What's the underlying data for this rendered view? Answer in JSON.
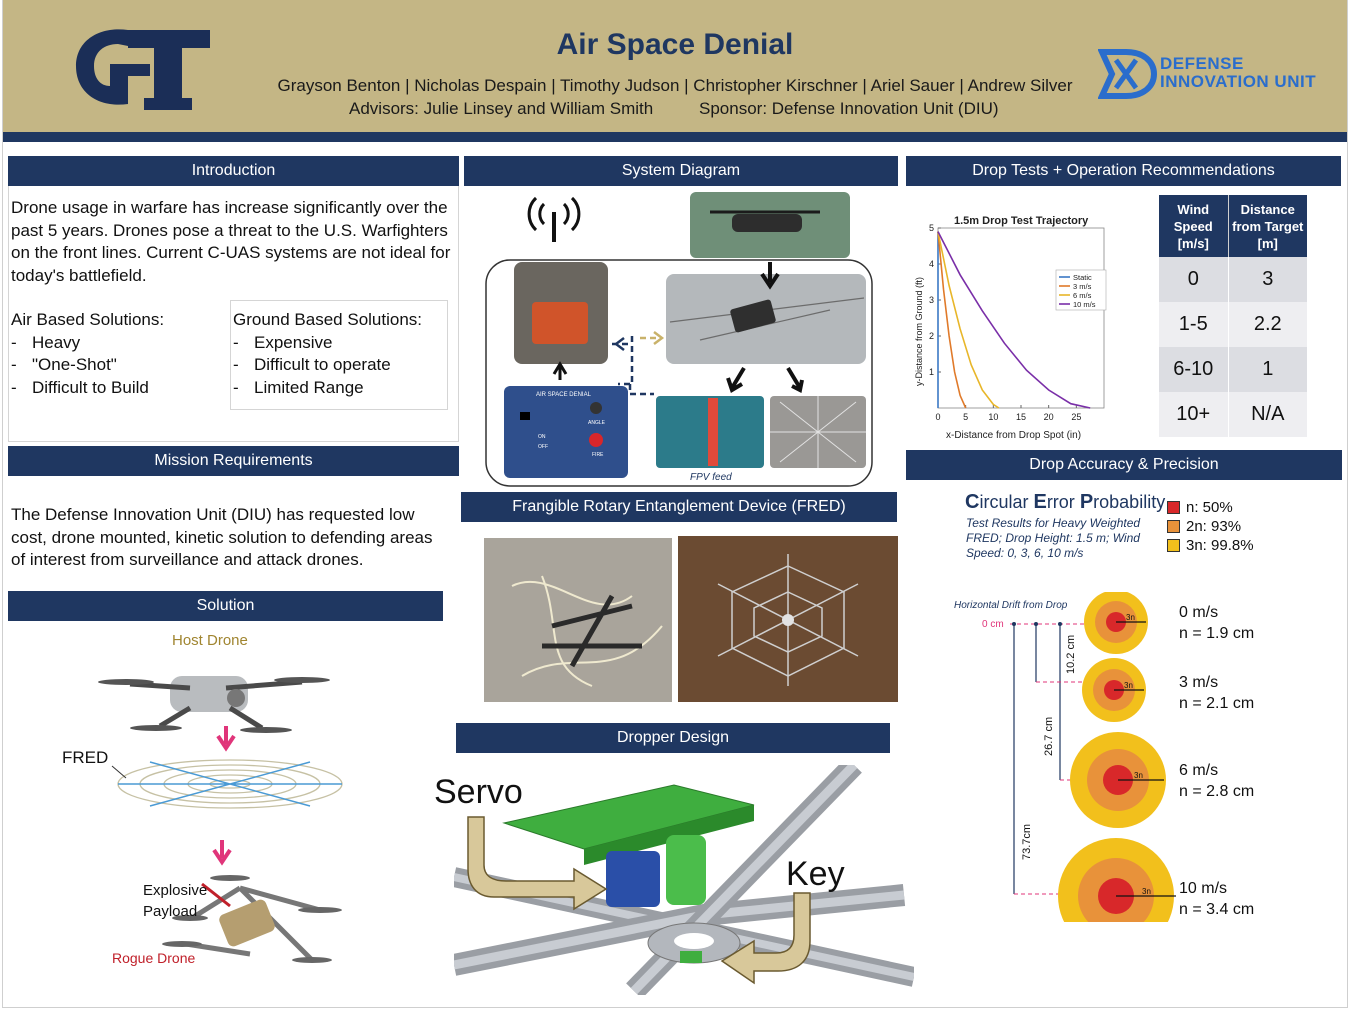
{
  "header": {
    "logo_left": "GT",
    "title": "Air Space Denial",
    "authors": "Grayson Benton | Nicholas Despain | Timothy Judson | Christopher Kirschner | Ariel Sauer | Andrew Silver",
    "advisors": "Advisors: Julie Linsey and William Smith",
    "sponsor": "Sponsor: Defense Innovation Unit (DIU)",
    "diu_line1": "DEFENSE",
    "diu_line2": "INNOVATION UNIT"
  },
  "introduction": {
    "heading": "Introduction",
    "paragraph": "Drone usage in warfare has increase significantly over the past 5 years. Drones pose a threat to the U.S. Warfighters on the front lines. Current C-UAS systems are not ideal for today's battlefield.",
    "air_title": "Air Based Solutions:",
    "air_items": [
      "Heavy",
      "\"One-Shot\"",
      "Difficult to Build"
    ],
    "ground_title": "Ground Based Solutions:",
    "ground_items": [
      "Expensive",
      "Difficult to operate",
      "Limited Range"
    ]
  },
  "mission": {
    "heading": "Mission Requirements",
    "paragraph": "The Defense Innovation Unit (DIU) has requested low cost, drone mounted, kinetic solution to defending areas of interest from surveillance and attack drones."
  },
  "solution": {
    "heading": "Solution",
    "host_label": "Host Drone",
    "fred_label": "FRED",
    "payload_label_1": "Explosive",
    "payload_label_2": "Payload",
    "rogue_label": "Rogue Drone",
    "host_color": "#a08530",
    "rogue_color": "#c0202a",
    "arrow_color": "#e0357a"
  },
  "system_diagram": {
    "heading": "System Diagram",
    "controller_title": "AIR SPACE DENIAL",
    "controller_on": "ON",
    "controller_off": "OFF",
    "controller_angle": "ANGLE",
    "controller_fire": "FIRE",
    "fpv_label": "FPV feed"
  },
  "fred": {
    "heading": "Frangible Rotary Entanglement Device (FRED)"
  },
  "dropper": {
    "heading": "Dropper Design",
    "servo_label": "Servo",
    "key_label": "Key"
  },
  "drop_tests": {
    "heading": "Drop Tests + Operation Recommendations",
    "table_headers": [
      "Wind Speed [m/s]",
      "Distance from Target [m]"
    ],
    "table_rows": [
      [
        "0",
        "3"
      ],
      [
        "1-5",
        "2.2"
      ],
      [
        "6-10",
        "1"
      ],
      [
        "10+",
        "N/A"
      ]
    ]
  },
  "chart_data": {
    "type": "line",
    "title": "1.5m Drop Test Trajectory",
    "xlabel": "x-Distance from Drop Spot (in)",
    "ylabel": "y-Distance from Ground (ft)",
    "xlim": [
      0,
      30
    ],
    "ylim": [
      0,
      5
    ],
    "xticks": [
      0,
      5,
      10,
      15,
      20,
      25
    ],
    "yticks": [
      1,
      2,
      3,
      4,
      5
    ],
    "legend_position": "top-right",
    "series": [
      {
        "name": "Static",
        "color": "#3b78c4",
        "x": [
          0,
          0,
          0
        ],
        "y": [
          4.9,
          2.5,
          0
        ]
      },
      {
        "name": "3 m/s",
        "color": "#e07a2a",
        "x": [
          0,
          1,
          2,
          3,
          4,
          5
        ],
        "y": [
          4.9,
          3.3,
          2.0,
          1.0,
          0.35,
          0
        ]
      },
      {
        "name": "6 m/s",
        "color": "#e8b629",
        "x": [
          0,
          2,
          4,
          6,
          8,
          10,
          11
        ],
        "y": [
          4.9,
          3.4,
          2.2,
          1.2,
          0.5,
          0.1,
          0
        ]
      },
      {
        "name": "10 m/s",
        "color": "#7a2fa8",
        "x": [
          0,
          4,
          8,
          12,
          16,
          20,
          24,
          27.5
        ],
        "y": [
          4.9,
          3.7,
          2.7,
          1.8,
          1.05,
          0.5,
          0.12,
          0
        ]
      }
    ]
  },
  "accuracy": {
    "heading": "Drop Accuracy & Precision",
    "cep_c": "C",
    "cep_ircular": "ircular ",
    "cep_e": "E",
    "cep_rror": "rror ",
    "cep_p": "P",
    "cep_robability": "robability",
    "description": "Test Results for Heavy Weighted FRED; Drop Height: 1.5 m; Wind Speed: 0, 3, 6, 10 m/s",
    "legend": [
      {
        "label": "n: 50%",
        "color": "#d8282a"
      },
      {
        "label": "2n: 93%",
        "color": "#e8923a"
      },
      {
        "label": "3n: 99.8%",
        "color": "#f2c01c"
      }
    ],
    "drift_label": "Horizontal Drift from Drop",
    "zero_label": "0 cm",
    "drifts": [
      "10.2 cm",
      "26.7 cm",
      "73.7cm"
    ],
    "ring_label": "3n",
    "targets": [
      {
        "speed": "0 m/s",
        "n": "n = 1.9 cm"
      },
      {
        "speed": "3 m/s",
        "n": "n = 2.1 cm"
      },
      {
        "speed": "6 m/s",
        "n": "n = 2.8 cm"
      },
      {
        "speed": "10 m/s",
        "n": "n = 3.4 cm"
      }
    ]
  }
}
